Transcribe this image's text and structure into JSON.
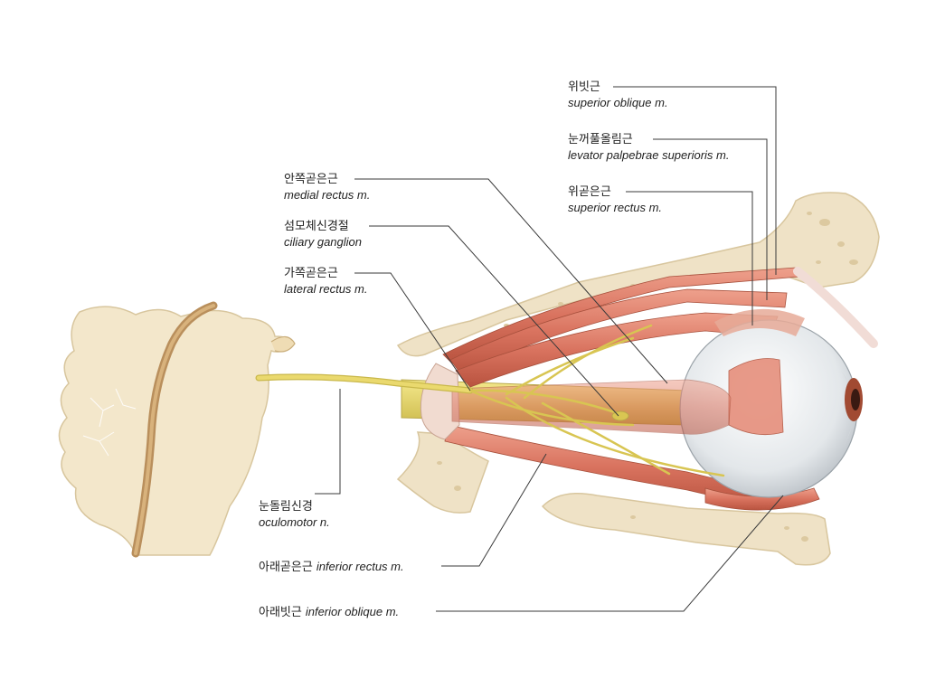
{
  "labels": {
    "superior_oblique": {
      "ko": "위빗근",
      "en": "superior oblique m."
    },
    "levator": {
      "ko": "눈꺼풀올림근",
      "en": "levator palpebrae superioris m."
    },
    "superior_rectus": {
      "ko": "위곧은근",
      "en": "superior rectus m."
    },
    "medial_rectus": {
      "ko": "안쪽곧은근",
      "en": "medial rectus m."
    },
    "ciliary_ganglion": {
      "ko": "섬모체신경절",
      "en": "ciliary ganglion"
    },
    "lateral_rectus": {
      "ko": "가쪽곧은근",
      "en": "lateral rectus m."
    },
    "oculomotor": {
      "ko": "눈돌림신경",
      "en": "oculomotor n."
    },
    "inferior_rectus": {
      "ko": "아래곧은근",
      "en": "inferior rectus m."
    },
    "inferior_oblique": {
      "ko": "아래빗근",
      "en": "inferior oblique m."
    }
  },
  "colors": {
    "bone": "#efe2c6",
    "bone_edge": "#d9c69f",
    "muscle": "#d9735f",
    "muscle_light": "#eea08c",
    "nerve": "#e6d66a",
    "nerve_dark": "#c8b54a",
    "eye": "#e9ecef",
    "leader": "#3a3a3a"
  }
}
